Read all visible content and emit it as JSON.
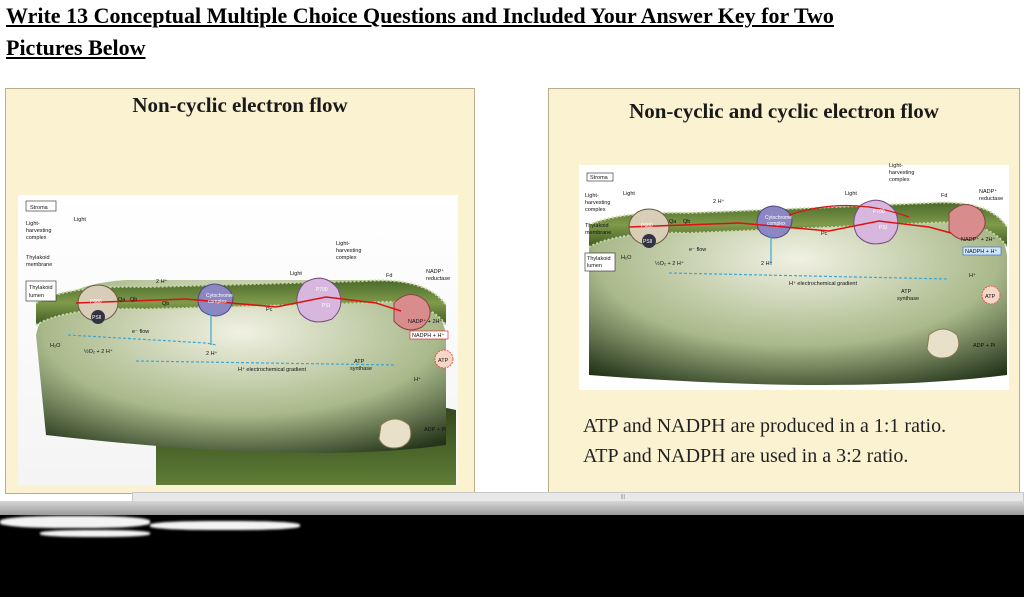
{
  "heading": {
    "line1": "Write 13 Conceptual Multiple Choice Questions and Included Your Answer Key for Two",
    "line2": "Pictures Below"
  },
  "slide_left": {
    "title": "Non-cyclic electron flow",
    "labels": {
      "stroma": "Stroma",
      "lhc_left": "Light-",
      "lhc_left2": "harvesting",
      "lhc_left3": "complex",
      "thylakoid_membrane": "Thylakoid",
      "thylakoid_membrane2": "membrane",
      "thylakoid_lumen": "Thylakoid",
      "thylakoid_lumen2": "lumen",
      "light": "Light",
      "p680": "P680",
      "psii": "PSII",
      "qa": "Qa",
      "qb": "Qb",
      "qb_mid": "Qb",
      "two_h": "2 H⁺",
      "cytochrome": "Cytochrome",
      "cytochrome2": "complex",
      "pc": "Pc",
      "psi": "PSI",
      "p700": "P700",
      "fd": "Fd",
      "nadp_red": "NADP⁺",
      "nadp_red2": "reductase",
      "lhc_top": "Light-",
      "lhc_top2": "harvesting",
      "lhc_top3": "complex",
      "light2": "Light",
      "eflow": "e⁻ flow",
      "h2o": "H₂O",
      "o2": "½O₂ + 2 H⁺",
      "two_h_low": "2 H⁺",
      "gradient": "H⁺ electrochemical gradient",
      "nadp_plus": "NADP⁺ + 2H⁺",
      "nadph": "NADPH + H⁺",
      "atp_synthase": "ATP",
      "atp_synthase2": "synthase",
      "h_plus": "H⁺",
      "atp": "ATP",
      "adp": "ADP + Pi"
    }
  },
  "slide_right": {
    "title": "Non-cyclic and cyclic electron flow",
    "caption_line1": "ATP and NADPH are produced in a 1:1 ratio.",
    "caption_line2": "ATP and NADPH are used in a 3:2 ratio.",
    "labels": {
      "stroma": "Stroma",
      "lhc_left": "Light-",
      "lhc_left2": "harvesting",
      "lhc_left3": "complex",
      "thylakoid_membrane": "Thylakoid",
      "thylakoid_membrane2": "membrane",
      "thylakoid_lumen": "Thylakoid",
      "thylakoid_lumen2": "lumen",
      "light": "Light",
      "p680": "P680",
      "psii": "PSII",
      "qa": "Qa",
      "qb": "Qb",
      "two_h": "2 H⁺",
      "cytochrome": "Cytochrome",
      "cytochrome2": "complex",
      "pc": "Pc",
      "psi": "PSI",
      "p700": "P700",
      "fd": "Fd",
      "nadp_red": "NADP⁺",
      "nadp_red2": "reductase",
      "lhc_top": "Light-",
      "lhc_top2": "harvesting",
      "lhc_top3": "complex",
      "light2": "Light",
      "eflow": "e⁻ flow",
      "h2o": "H₂O",
      "o2": "½O₂ + 2 H⁺",
      "two_h_low": "2 H⁺",
      "gradient": "H⁺ electrochemical gradient",
      "nadp_plus": "NADP⁺ + 2H⁺",
      "nadph": "NADPH + H⁺",
      "atp_synthase": "ATP",
      "atp_synthase2": "synthase",
      "h_plus": "H⁺",
      "atp": "ATP",
      "adp": "ADP + Pi"
    }
  },
  "scrollbar": {
    "grip": "|||"
  }
}
